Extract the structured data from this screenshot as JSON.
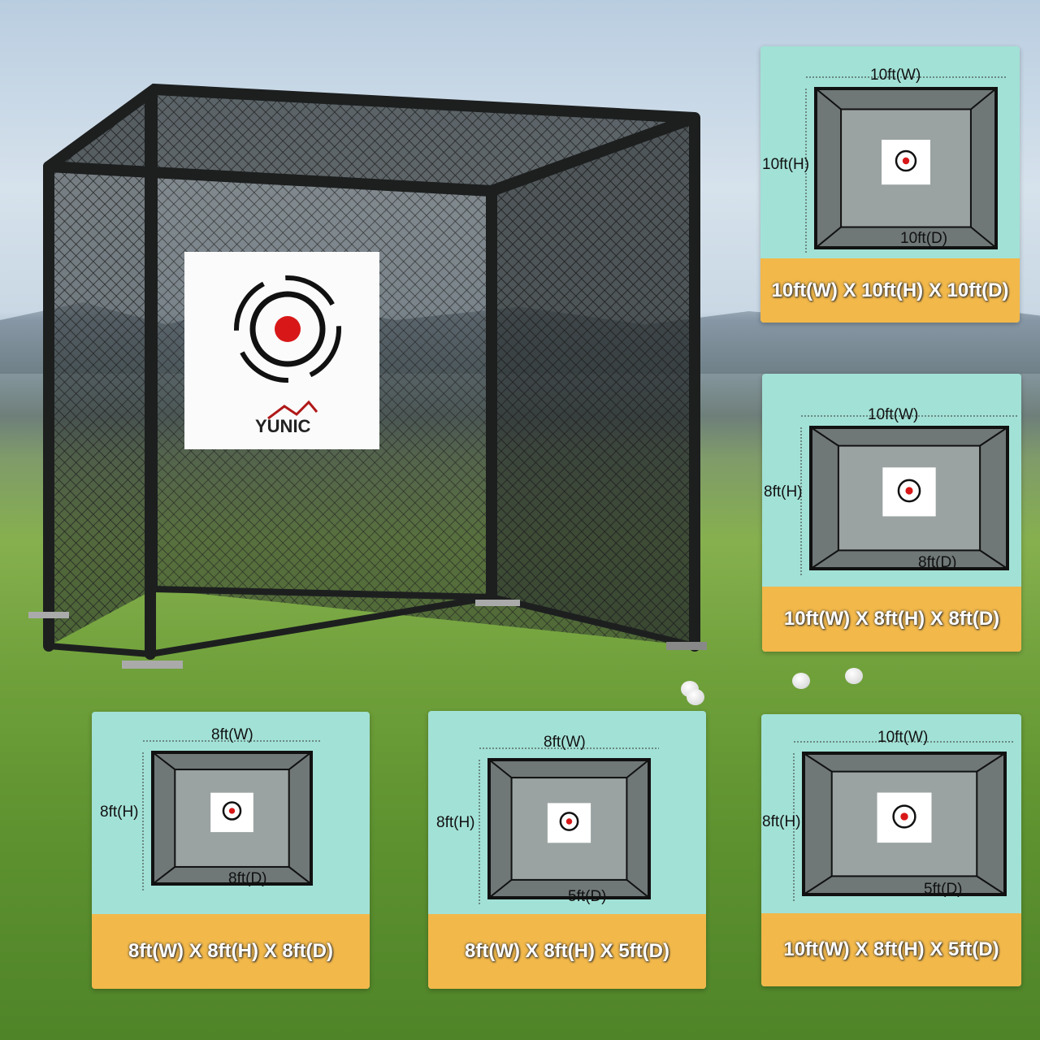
{
  "hero": {
    "target_logo": "YUNIC"
  },
  "cards": [
    {
      "width": "10ft(W)",
      "height": "10ft(H)",
      "depth": "10ft(D)",
      "label": "10ft(W) X 10ft(H) X 10ft(D)"
    },
    {
      "width": "10ft(W)",
      "height": "8ft(H)",
      "depth": "8ft(D)",
      "label": "10ft(W) X 8ft(H) X 8ft(D)"
    },
    {
      "width": "8ft(W)",
      "height": "8ft(H)",
      "depth": "8ft(D)",
      "label": "8ft(W) X 8ft(H) X 8ft(D)"
    },
    {
      "width": "8ft(W)",
      "height": "8ft(H)",
      "depth": "5ft(D)",
      "label": "8ft(W) X 8ft(H) X 5ft(D)"
    },
    {
      "width": "10ft(W)",
      "height": "8ft(H)",
      "depth": "5ft(D)",
      "label": "10ft(W) X 8ft(H) X 5ft(D)"
    }
  ],
  "colors": {
    "card": "#a2e1d6",
    "band": "#f2b84a",
    "target_red": "#d81818"
  }
}
